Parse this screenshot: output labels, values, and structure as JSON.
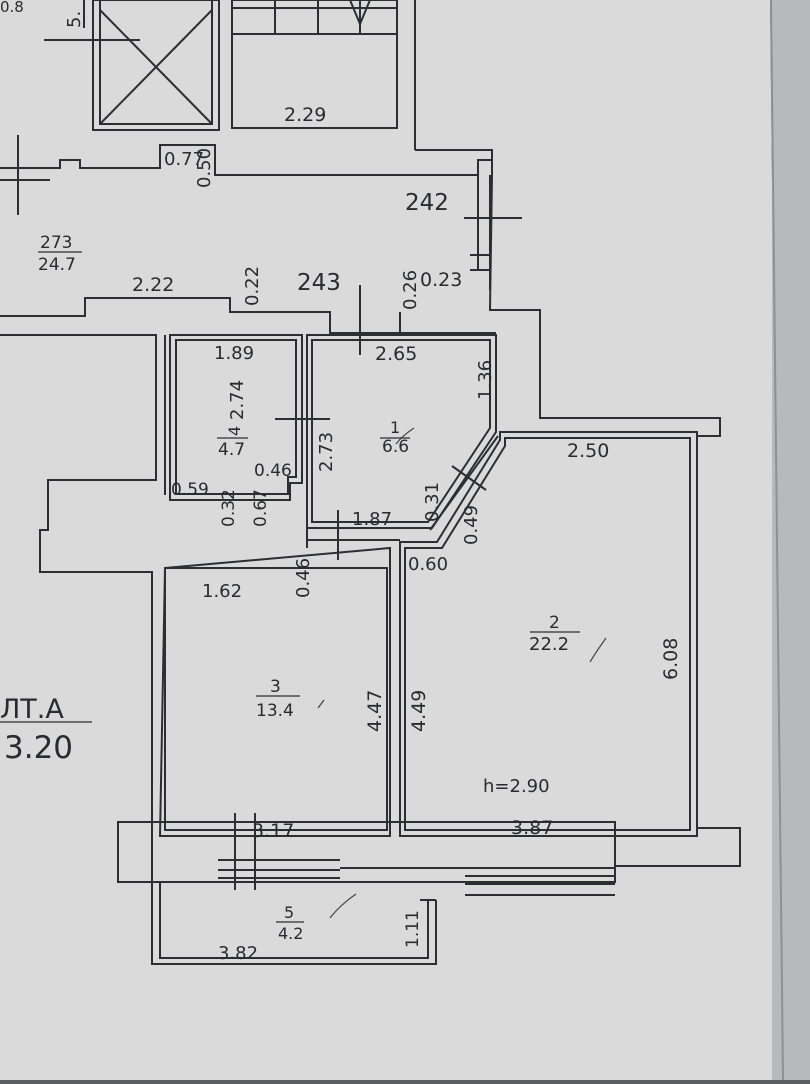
{
  "plan": {
    "top_labels": {
      "corner_08": "0.8",
      "corner_5": "5.",
      "d_229": "2.29",
      "d_077": "0.77",
      "d_050": "0.50",
      "d_242": "242",
      "d_243": "243",
      "d_222": "2.22",
      "d_022": "0.22",
      "d_026": "0.26",
      "d_023": "0.23"
    },
    "apt_273": {
      "number": "273",
      "area": "24.7"
    },
    "apartment_label": {
      "line1": "ЛТ.А",
      "line2": "3.20"
    },
    "rooms": [
      {
        "number": "1",
        "area": "6.6",
        "dims": [
          "2.65",
          "1.36",
          "2.73",
          "0.31",
          "1.87"
        ]
      },
      {
        "number": "2",
        "area": "22.2",
        "dims": [
          "2.50",
          "6.08",
          "0.60",
          "0.49",
          "4.49",
          "3.87"
        ]
      },
      {
        "number": "3",
        "area": "13.4",
        "dims": [
          "1.62",
          "0.46",
          "4.47",
          "3.17"
        ]
      },
      {
        "number": "4",
        "area": "4.7",
        "dims": [
          "1.89",
          "2.74",
          "0.46",
          "0.59",
          "0.32",
          "0.67"
        ]
      },
      {
        "number": "5",
        "area": "4.2",
        "dims": [
          "3.82",
          "1.11"
        ]
      }
    ],
    "ceiling_height": "h=2.90"
  }
}
